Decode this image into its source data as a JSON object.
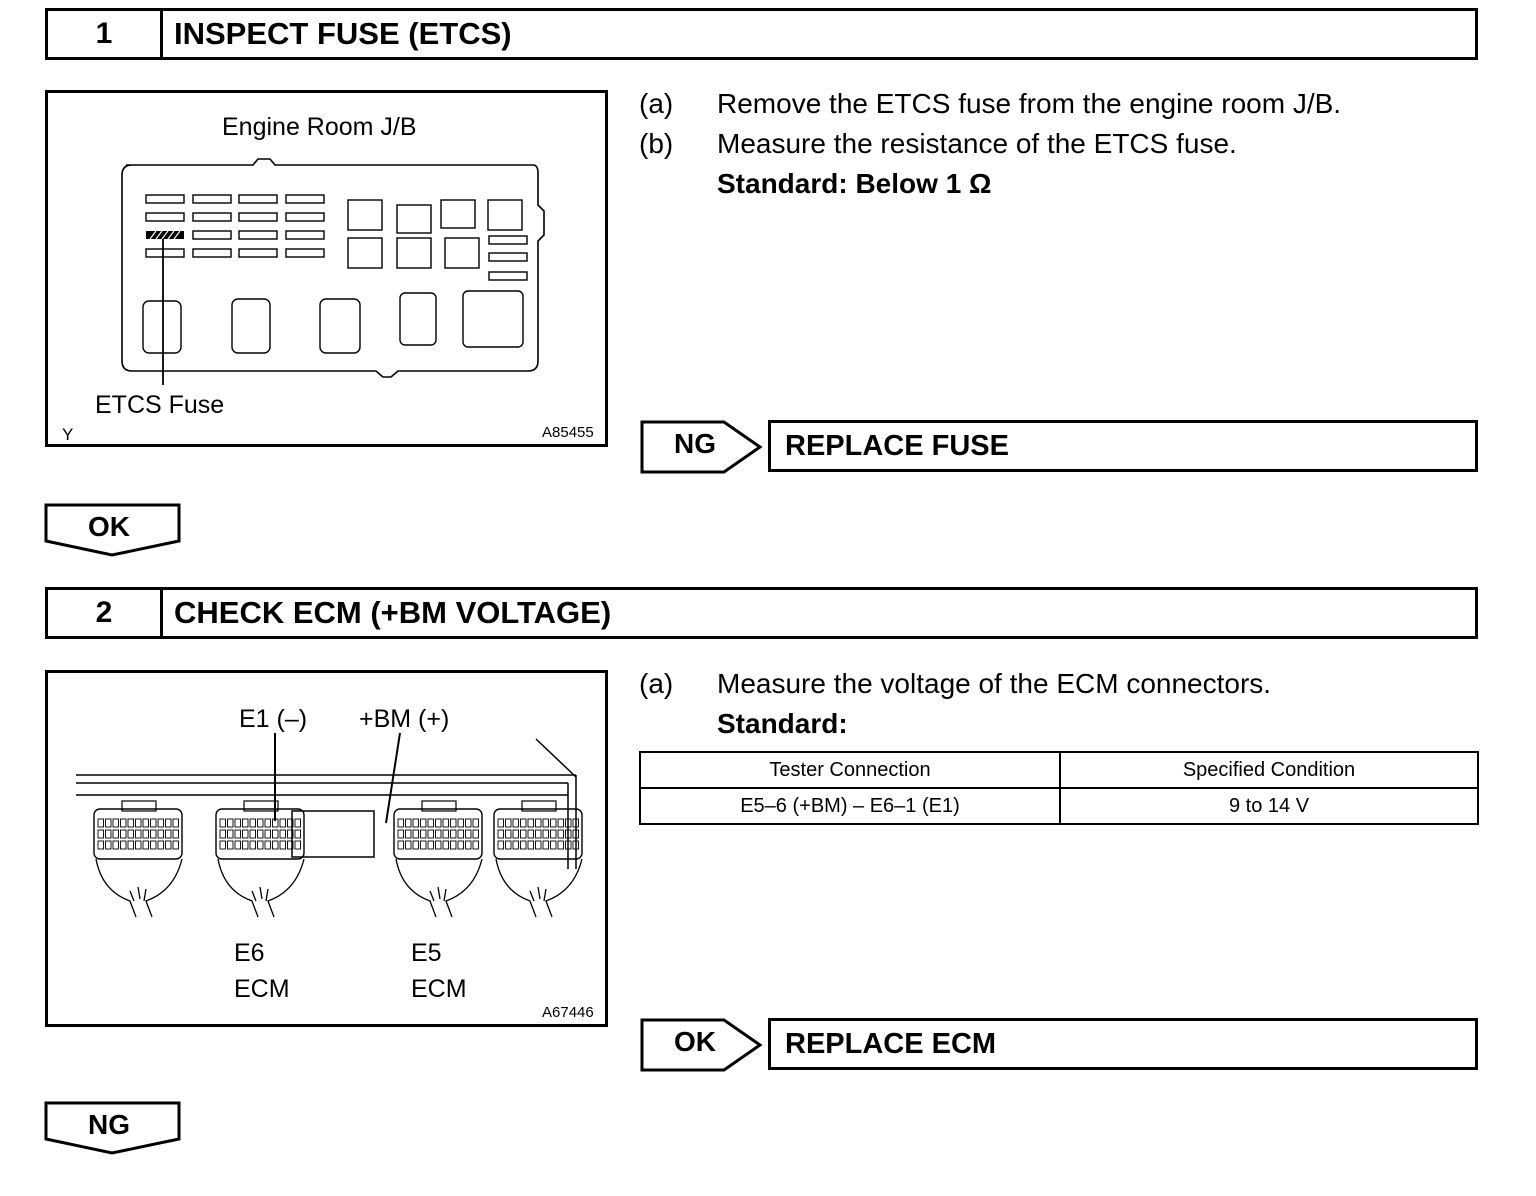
{
  "step1": {
    "number": "1",
    "title": "INSPECT FUSE (ETCS)",
    "figure": {
      "title": "Engine Room J/B",
      "callout": "ETCS Fuse",
      "corner_mark": "Y",
      "figure_id": "A85455"
    },
    "instructions": [
      {
        "label": "(a)",
        "text": "Remove the ETCS fuse from the engine room J/B."
      },
      {
        "label": "(b)",
        "text": "Measure the resistance of the ETCS fuse."
      }
    ],
    "standard": "Standard: Below 1 Ω",
    "ng_tag": "NG",
    "ng_result": "REPLACE FUSE",
    "ok_arrow": "OK"
  },
  "step2": {
    "number": "2",
    "title": "CHECK ECM (+BM VOLTAGE)",
    "figure": {
      "label_e1": "E1 (–)",
      "label_bm": "+BM (+)",
      "conn_e6_code": "E6",
      "conn_e6_name": "ECM",
      "conn_e5_code": "E5",
      "conn_e5_name": "ECM",
      "figure_id": "A67446"
    },
    "instructions": [
      {
        "label": "(a)",
        "text": "Measure the voltage of the ECM connectors."
      }
    ],
    "standard": "Standard:",
    "table": {
      "headers": [
        "Tester Connection",
        "Specified Condition"
      ],
      "rows": [
        [
          "E5–6 (+BM) – E6–1 (E1)",
          "9 to 14 V"
        ]
      ]
    },
    "ok_tag": "OK",
    "ok_result": "REPLACE ECM",
    "ng_arrow": "NG"
  }
}
